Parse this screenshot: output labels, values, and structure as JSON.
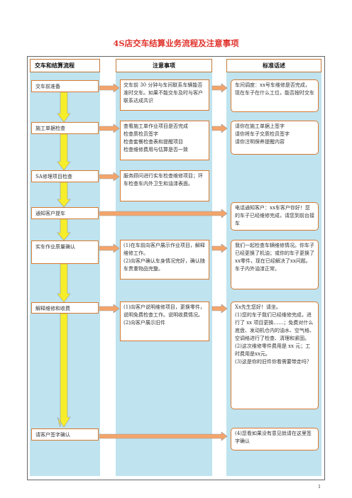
{
  "title": "4S店交车结算业务流程及注意事项",
  "headers": {
    "flow": "交车和结算流程",
    "notes": "注意事项",
    "script": "标准话述"
  },
  "steps": [
    "交车前准备",
    "施工单据检查",
    "SA修理项目检查",
    "通知客户提车",
    "实车作业质量确认",
    "解释维修和收费",
    "请客户签字确认"
  ],
  "notes": [
    "交车前 30 分钟与车间联系车辆能否准时交车。如果不能交车及时与客户联系达成共识",
    "查看施工单作业项目是否完成\n检查质检员签字\n检查套餐检查表和提醒项目\n检查维修费用与估算是否一致",
    "服务顾问进行实车检查维修项目；环车检查车内外卫生和油漆表面。",
    "(1)在车前向客户展示作业项目，解释维修工作。\n(2)向客户确认车身情况完好，确认随车贵重物品完整。",
    "(1)向客户说明维修项目，更换零件，说明免费检查工作。说明收费情况。\n(2)向客户展示旧件"
  ],
  "scripts": [
    "车间调度：xx号车维修是否完成，现在车子在什么工位，能否按时交车",
    "请你在施工单据上签字\n请你将车子交质检员签字\n请你注明保养提醒内容",
    "电话通知客户：xx车客户你好！您的车子已经维修完成，请您到前台接车",
    "我们一起检查车辆维修情况。你车子已经更换了机油；或你的车子更换了xx零件，现在已经解决了xx问题。\n车子内外油漆正常。",
    "Xx先生您好！请坐。\n(1)您的车子我们已经维修完成，进行了 xx 项目更换……；免费对什么底盘、发动机仓内的油水、空气格、空调格进行了检查、清理和紧固。\n(2)这次维修零件费用是 xx 元；工时费用是xx元。\n(3)这是你的旧件你看需要带走吗？",
    "(4)您看如果没有意见就请在这里签字确认"
  ],
  "page_number": "1",
  "colors": {
    "title": "#e0322b",
    "column_bg": "#bfe3ef",
    "box_border": "#d87a30",
    "arrow_yellow": "#f6ee2a",
    "arrow_orange": "#f4a46a"
  }
}
